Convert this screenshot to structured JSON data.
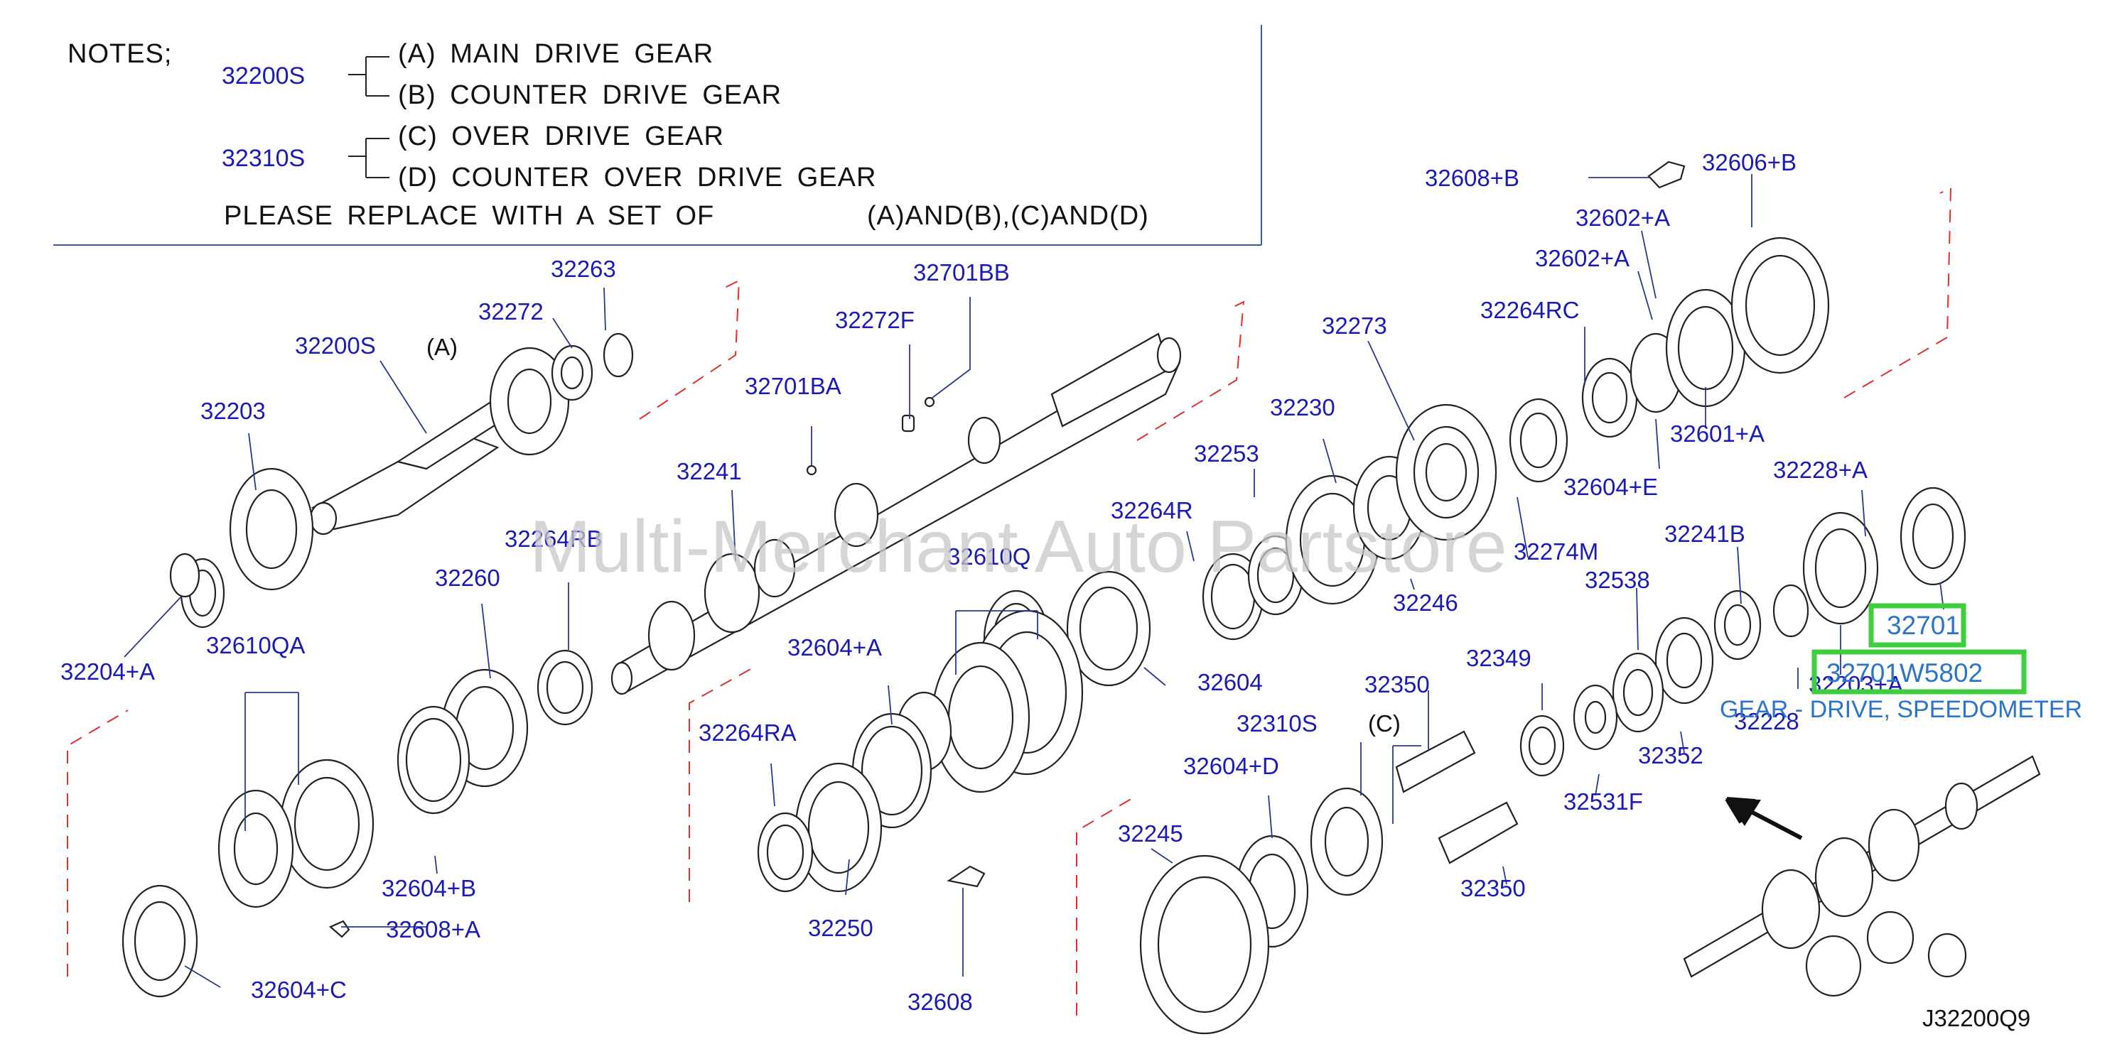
{
  "notes": {
    "heading": "NOTES;",
    "group1_code": "32200S",
    "item_a": "(A)  MAIN  DRIVE  GEAR",
    "item_b": "(B)  COUNTER  DRIVE  GEAR",
    "group2_code": "32310S",
    "item_c": "(C)  OVER  DRIVE  GEAR",
    "item_d": "(D)  COUNTER  OVER  DRIVE  GEAR",
    "replace_text": "PLEASE  REPLACE  WITH  A  SET  OF",
    "replace_sets": "(A)AND(B),(C)AND(D)"
  },
  "watermark": "Multi-Merchant Auto Partstore",
  "diagram_ref": "J32200Q9",
  "assembly_letters": {
    "a": "(A)",
    "c": "(C)"
  },
  "labels": [
    "32263",
    "32272",
    "32200S",
    "32203",
    "32204+A",
    "32610QA",
    "32260",
    "32264RB",
    "32241",
    "32701BA",
    "32272F",
    "32701BB",
    "32604+B",
    "32608+A",
    "32604+C",
    "32610Q",
    "32604+A",
    "32264RA",
    "32250",
    "32608",
    "32264R",
    "32604",
    "32253",
    "32230",
    "32273",
    "32246",
    "32274M",
    "32264RC",
    "32602+A",
    "32602+A",
    "32606+B",
    "32608+B",
    "32601+A",
    "32604+E",
    "32228+A",
    "32241B",
    "32538",
    "32349",
    "32350",
    "32350",
    "32310S",
    "32604+D",
    "32245",
    "32531F",
    "32352",
    "32228",
    "32203+A"
  ],
  "highlight": {
    "part_number": "32701",
    "full_number": "32701W5802",
    "description": "GEAR - DRIVE, SPEEDOMETER",
    "box_color": "#3fce3f",
    "text_color": "#2b74c9"
  },
  "colors": {
    "label": "#1a1ab8",
    "dashed_frame": "#e03030"
  }
}
